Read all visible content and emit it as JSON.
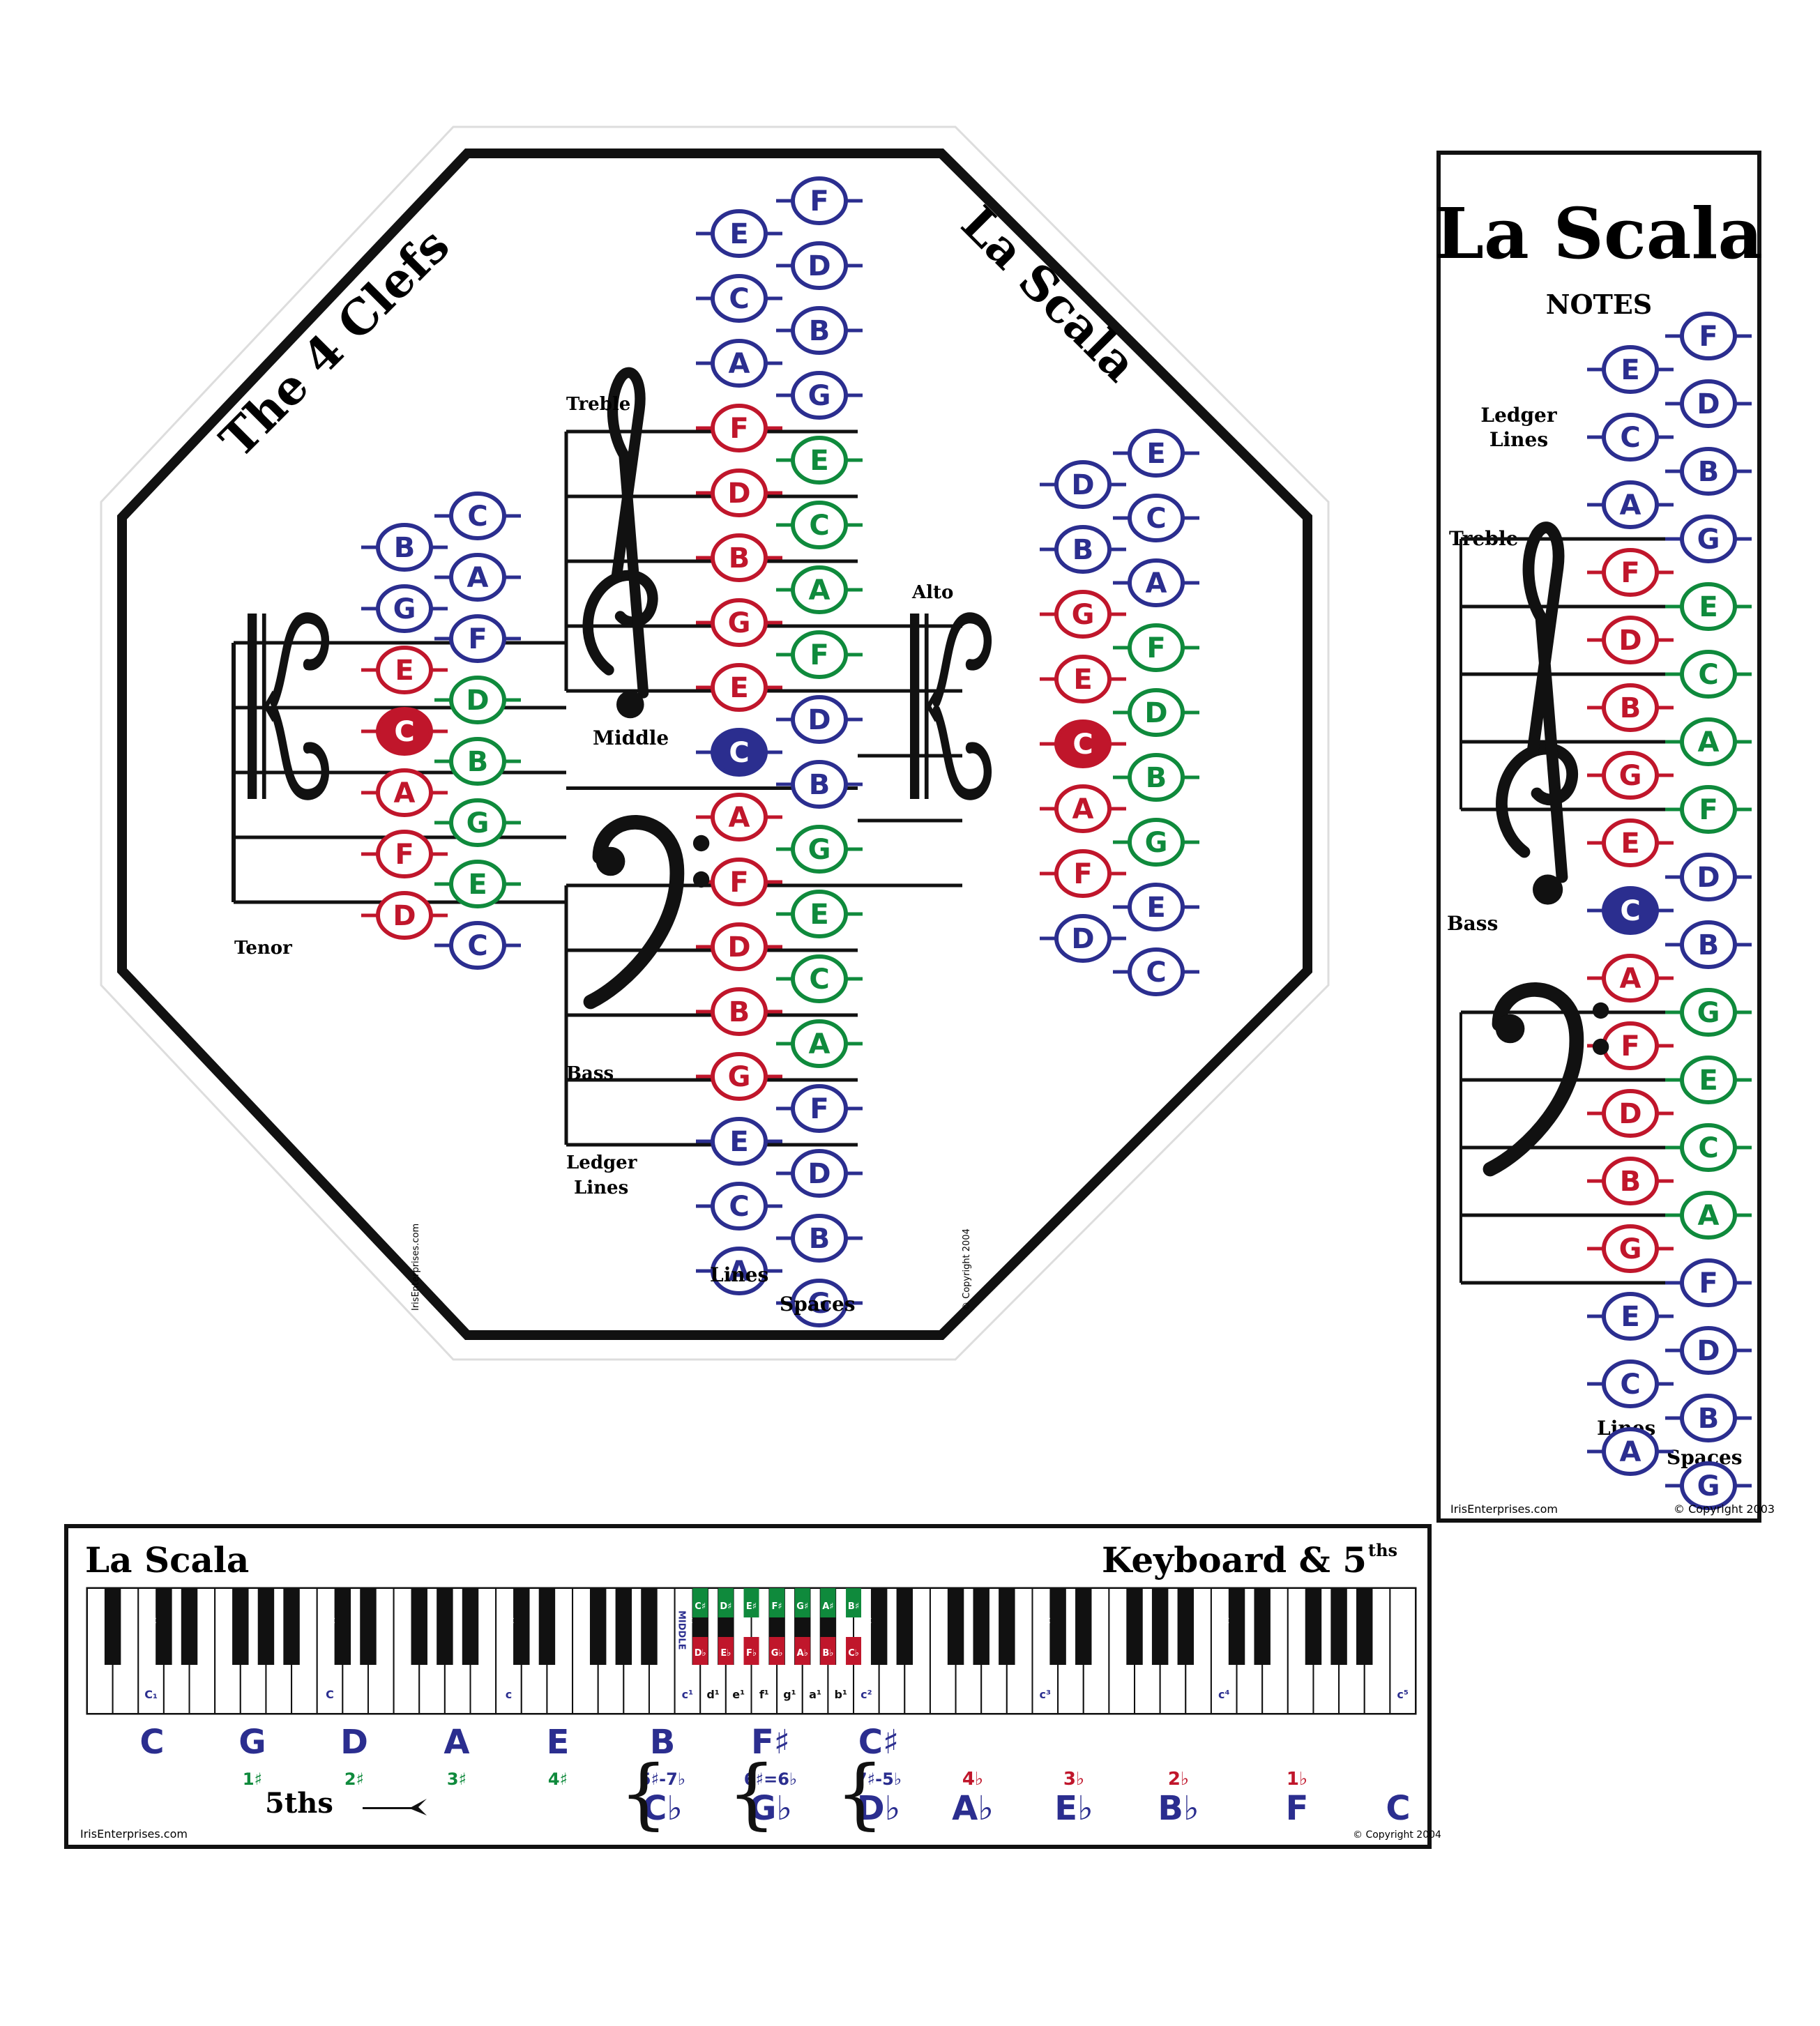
{
  "colors": {
    "blue": "#2b2e8f",
    "red": "#c0162b",
    "green": "#0f8a3c",
    "black": "#111111"
  },
  "octagon": {
    "title_left": "The 4 Clefs",
    "title_right": "La Scala",
    "labels": {
      "treble": "Treble",
      "alto": "Alto",
      "tenor": "Tenor",
      "bass": "Bass",
      "middle": "Middle",
      "ledger": "Ledger",
      "ledger2": "Lines",
      "lines": "Lines",
      "spaces": "Spaces"
    },
    "website": "IrisEnterprises.com",
    "copyright": "© Copyright 2004",
    "grand_lines": [
      "E",
      "C",
      "A",
      "F",
      "D",
      "B",
      "G",
      "E",
      "C",
      "A",
      "F",
      "D",
      "B",
      "G",
      "E",
      "C",
      "A"
    ],
    "grand_spaces": [
      "F",
      "D",
      "B",
      "G",
      "E",
      "C",
      "A",
      "F",
      "D",
      "B",
      "G",
      "E",
      "C",
      "A",
      "F",
      "D",
      "B",
      "G"
    ],
    "grand_line_colors": [
      "blue",
      "blue",
      "blue",
      "red",
      "red",
      "red",
      "red",
      "red",
      "blue",
      "red",
      "red",
      "red",
      "red",
      "red",
      "blue",
      "blue",
      "blue"
    ],
    "grand_space_colors": [
      "blue",
      "blue",
      "blue",
      "blue",
      "green",
      "green",
      "green",
      "green",
      "blue",
      "blue",
      "green",
      "green",
      "green",
      "green",
      "blue",
      "blue",
      "blue",
      "blue"
    ],
    "tenor_lines": [
      "B",
      "G",
      "E",
      "C",
      "A",
      "F",
      "D"
    ],
    "tenor_spaces": [
      "C",
      "A",
      "F",
      "D",
      "B",
      "G",
      "E",
      "C"
    ],
    "tenor_line_colors": [
      "blue",
      "blue",
      "red",
      "red",
      "red",
      "red",
      "red"
    ],
    "tenor_space_colors": [
      "blue",
      "blue",
      "blue",
      "green",
      "green",
      "green",
      "green",
      "blue"
    ],
    "alto_lines": [
      "D",
      "B",
      "G",
      "E",
      "C",
      "A",
      "F",
      "D"
    ],
    "alto_spaces": [
      "E",
      "C",
      "A",
      "F",
      "D",
      "B",
      "G",
      "E",
      "C"
    ],
    "alto_line_colors": [
      "blue",
      "blue",
      "red",
      "red",
      "red",
      "red",
      "red",
      "blue"
    ],
    "alto_space_colors": [
      "blue",
      "blue",
      "blue",
      "green",
      "green",
      "green",
      "green",
      "blue",
      "blue"
    ]
  },
  "strip": {
    "title": "La Scala",
    "subtitle": "NOTES",
    "labels": {
      "ledger": "Ledger",
      "ledger2": "Lines",
      "treble": "Treble",
      "bass": "Bass",
      "lines": "Lines",
      "spaces": "Spaces"
    },
    "website": "IrisEnterprises.com",
    "copyright": "© Copyright 2003",
    "lines": [
      "E",
      "C",
      "A",
      "F",
      "D",
      "B",
      "G",
      "E",
      "C",
      "A",
      "F",
      "D",
      "B",
      "G",
      "E",
      "C",
      "A"
    ],
    "spaces": [
      "F",
      "D",
      "B",
      "G",
      "E",
      "C",
      "A",
      "F",
      "D",
      "B",
      "G",
      "E",
      "C",
      "A",
      "F",
      "D",
      "B",
      "G"
    ]
  },
  "keyboard": {
    "title_left": "La Scala",
    "title_right": "Keyboard & 5",
    "title_right_sup": "ths",
    "middle_label": "MIDDLE",
    "octave_labels": [
      "C₁",
      "C",
      "c",
      "c¹",
      "c²",
      "c³",
      "c⁴",
      "c⁵"
    ],
    "mid_white_labels": [
      "d¹",
      "e¹",
      "f¹",
      "g¹",
      "a¹",
      "b¹"
    ],
    "sharp_labels": [
      "C♯",
      "D♯",
      "E♯",
      "F♯",
      "G♯",
      "A♯",
      "B♯"
    ],
    "flat_labels": [
      "D♭",
      "E♭",
      "F♭",
      "G♭",
      "A♭",
      "B♭",
      "C♭"
    ],
    "fifths": [
      {
        "n": "C",
        "s": ""
      },
      {
        "n": "G",
        "s": "1♯"
      },
      {
        "n": "D",
        "s": "2♯"
      },
      {
        "n": "A",
        "s": "3♯"
      },
      {
        "n": "E",
        "s": "4♯"
      },
      {
        "n": "B",
        "s": "5♯-7♭",
        "b": "C♭"
      },
      {
        "n": "F♯",
        "s": "6♯=6♭",
        "b": "G♭"
      },
      {
        "n": "C♯",
        "s": "7♯-5♭",
        "b": "D♭"
      },
      {
        "n": "A♭",
        "s": "4♭"
      },
      {
        "n": "E♭",
        "s": "3♭"
      },
      {
        "n": "B♭",
        "s": "2♭"
      },
      {
        "n": "F",
        "s": "1♭"
      },
      {
        "n": "C",
        "s": ""
      }
    ],
    "fifths_label": "5ths",
    "website": "IrisEnterprises.com",
    "copyright": "© Copyright 2004"
  }
}
